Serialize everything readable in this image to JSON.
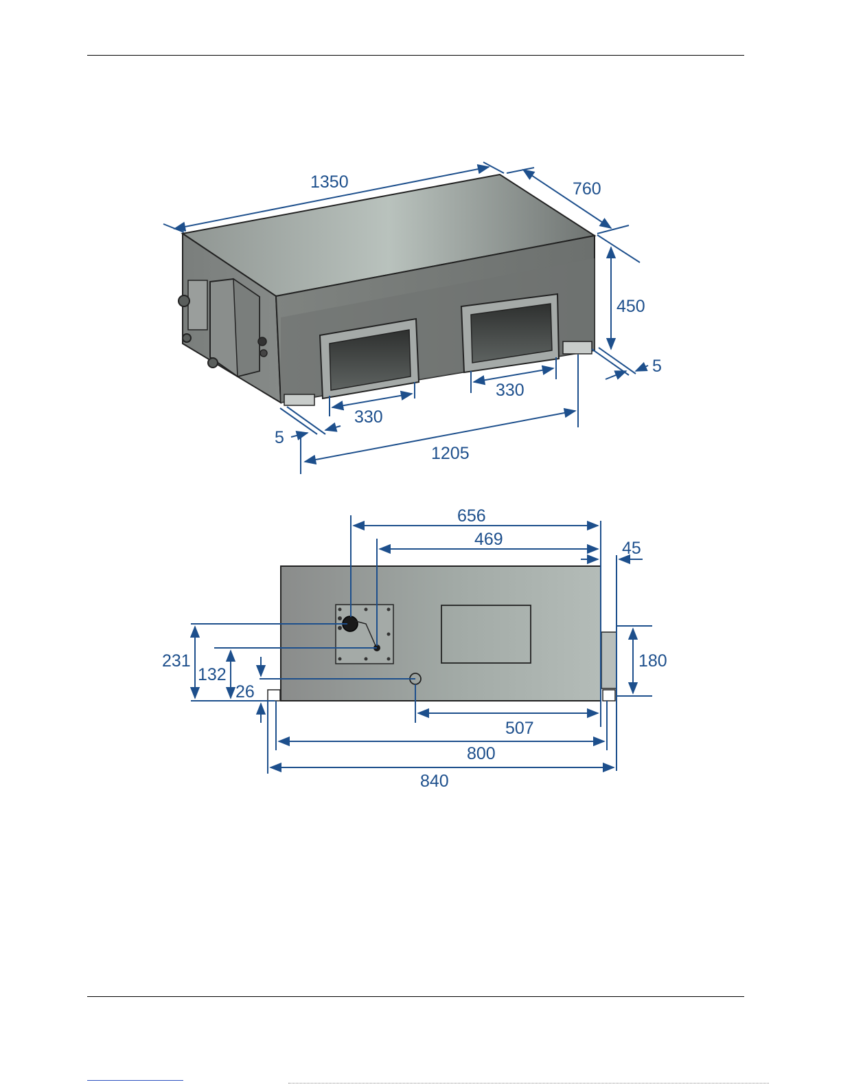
{
  "isometric_view": {
    "length": "1350",
    "depth": "760",
    "height": "450",
    "flange_offset_right": "5",
    "flange_offset_left": "5",
    "outlet_width_left": "330",
    "outlet_width_right": "330",
    "hanger_span": "1205"
  },
  "side_view": {
    "dim_656": "656",
    "dim_469": "469",
    "dim_45": "45",
    "dim_231": "231",
    "dim_132": "132",
    "dim_26": "26",
    "dim_180": "180",
    "dim_507": "507",
    "dim_800": "800",
    "dim_840": "840"
  },
  "colors": {
    "dimension": "#1d4f8c"
  }
}
